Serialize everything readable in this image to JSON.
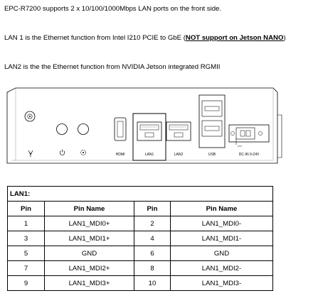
{
  "paragraphs": {
    "line1": "EPC-R7200 supports 2 x 10/100/1000Mbps LAN ports on the front side.",
    "line2_prefix": "LAN 1 is the Ethernet function from Intel I210 PCIE to GbE (",
    "line2_emph": "NOT support on Jetson NANO",
    "line2_suffix": ")",
    "line3": "LAN2 is the the Ethernet function from NVIDIA Jetson integrated RGMII"
  },
  "panel": {
    "labels": {
      "hdmi": "HDMI",
      "lan1": "LAN1",
      "lan2": "LAN2",
      "usb": "USB",
      "dcin": "DC-IN 9-24V"
    },
    "icons": [
      "antenna-icon",
      "power-icon",
      "reset-icon"
    ]
  },
  "table": {
    "title": "LAN1:",
    "headers": [
      "Pin",
      "Pin Name",
      "Pin",
      "Pin Name"
    ],
    "rows": [
      [
        "1",
        "LAN1_MDI0+",
        "2",
        "LAN1_MDI0-"
      ],
      [
        "3",
        "LAN1_MDI1+",
        "4",
        "LAN1_MDI1-"
      ],
      [
        "5",
        "GND",
        "6",
        "GND"
      ],
      [
        "7",
        "LAN1_MDI2+",
        "8",
        "LAN1_MDI2-"
      ],
      [
        "9",
        "LAN1_MDI3+",
        "10",
        "LAN1_MDI3-"
      ]
    ]
  }
}
